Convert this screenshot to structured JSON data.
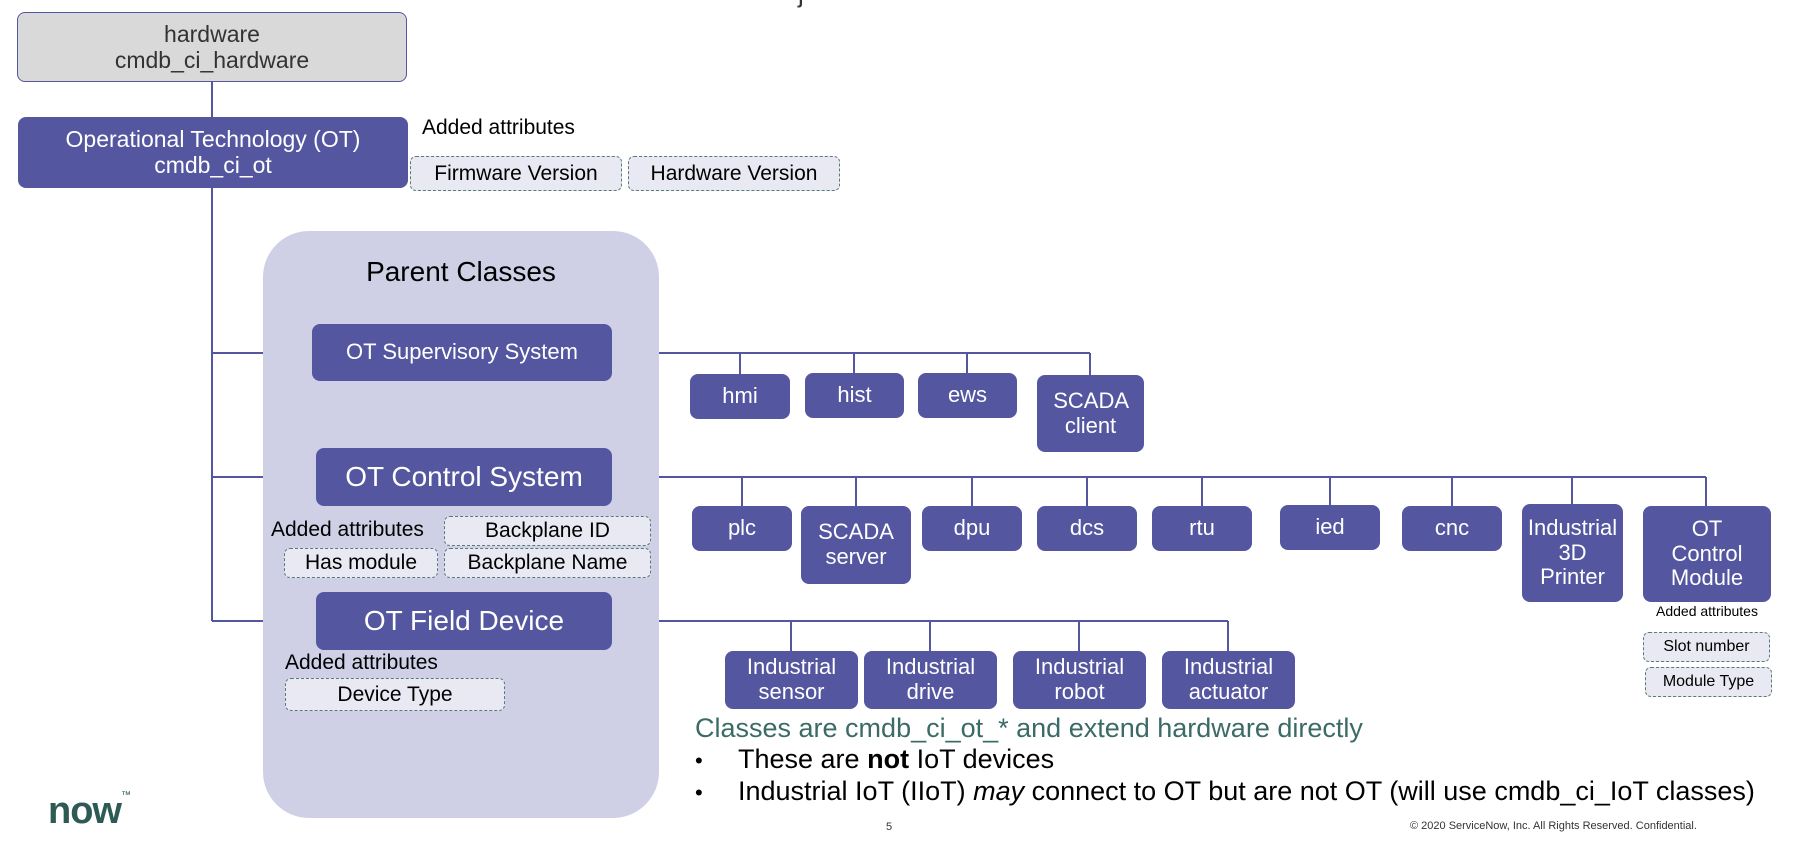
{
  "header": {
    "fragment": "j"
  },
  "hardware": {
    "line1": "hardware",
    "line2": "cmdb_ci_hardware"
  },
  "ot_root": {
    "line1": "Operational Technology (OT)",
    "line2": "cmdb_ci_ot",
    "added_label": "Added attributes",
    "attributes": [
      "Firmware Version",
      "Hardware Version"
    ]
  },
  "parent_panel": {
    "title": "Parent Classes"
  },
  "supervisory": {
    "label": "OT Supervisory System",
    "children": [
      "hmi",
      "hist",
      "ews",
      "SCADA client"
    ]
  },
  "control": {
    "label": "OT Control System",
    "added_label": "Added attributes",
    "attributes": [
      "Backplane ID",
      "Has module",
      "Backplane Name"
    ],
    "children": [
      "plc",
      "SCADA server",
      "dpu",
      "dcs",
      "rtu",
      "ied",
      "cnc",
      "Industrial 3D Printer",
      "OT Control Module"
    ],
    "module_added_label": "Added attributes",
    "module_attributes": [
      "Slot number",
      "Module Type"
    ]
  },
  "field": {
    "label": "OT Field Device",
    "added_label": "Added attributes",
    "attributes": [
      "Device Type"
    ],
    "children": [
      "Industrial sensor",
      "Industrial drive",
      "Industrial robot",
      "Industrial actuator"
    ]
  },
  "notes": {
    "headline": "Classes are cmdb_ci_ot_* and extend hardware directly",
    "bullet_char": "•",
    "bullet1": {
      "pre": "These are ",
      "bold": "not",
      "post": " IoT devices"
    },
    "bullet2": {
      "pre": "Industrial IoT (IIoT) ",
      "italic": "may",
      "post": " connect to OT but are not OT (will use cmdb_ci_IoT classes)"
    }
  },
  "footer": {
    "logo": "now",
    "logo_tm": "™",
    "page_number": "5",
    "copyright": "© 2020 ServiceNow, Inc. All Rights Reserved. Confidential."
  },
  "colors": {
    "class_box": "#5456a0",
    "panel": "#cfd0e6",
    "attribute_fill": "#e8e9f2",
    "attribute_border": "#5a7a78",
    "headline_text": "#3b6b66",
    "logo": "#2d5a55",
    "logo_accent": "#62d84e"
  }
}
